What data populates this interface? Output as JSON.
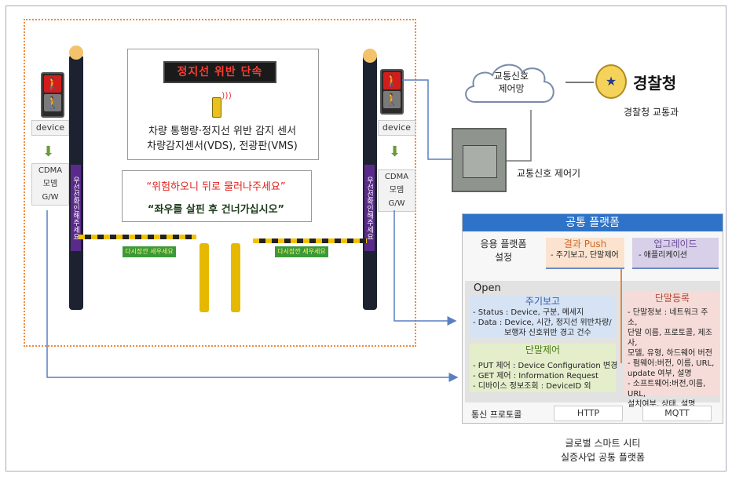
{
  "left_scene": {
    "vms_text": "정지선 위반 단속",
    "sensor_desc_1": "차량 통행량·정지선 위반 감지 센서",
    "sensor_desc_2": "차량감지센서(VDS), 전광판(VMS)",
    "message_1": "“위험하오니 뒤로 물러나주세요”",
    "message_2": "“좌우를 살핀 후 건너가십시오”",
    "device_label": "device",
    "gateway_label_1": "CDMA",
    "gateway_label_2": "모뎀",
    "gateway_label_3": "G/W",
    "pole_text": "우선선확인해주세요",
    "barrier_text": "다시잠깐 세우세요"
  },
  "network": {
    "cloud_line_1": "교통신호",
    "cloud_line_2": "제어망",
    "police_name": "경찰청",
    "police_dept": "경찰청 교통과",
    "controller_label": "교통신호 제어기"
  },
  "platform": {
    "header": "공통 플랫폼",
    "app_setting_1": "응용 플랫폼",
    "app_setting_2": "설정",
    "push": {
      "title": "결과 Push",
      "desc": "- 주기보고, 단말제어"
    },
    "upgrade": {
      "title": "업그레이드",
      "desc": "- 애플리케이션"
    },
    "open_label": "Open",
    "periodic": {
      "title": "주기보고",
      "line1": "- Status : Device, 구분, 메세지",
      "line2": "- Data : Device, 시간, 정지선 위반차량/",
      "line3": "보행자 신호위반 경고 건수"
    },
    "device_control": {
      "title": "단말제어",
      "line1": "- PUT 제어 : Device Configuration 변경",
      "line2": "- GET 제어 : Information Request",
      "line3": "- 디바이스 정보조회 : DeviceID 외"
    },
    "registration": {
      "title": "단말등록",
      "line1": "- 단말정보 : 네트워크 주소,",
      "line2": "단말 이름, 프로토콜, 제조",
      "line3": "사,",
      "line4": "모델, 유형, 하드웨어 버전",
      "line5": "- 펌웨어:버전, 이름, URL,",
      "line6": "update 여부, 설명",
      "line7": "- 소프트웨어:버전,이름, URL,",
      "line8": "설치여부, 상태, 설명"
    },
    "protocol_label": "통신 프로토콜",
    "protocols": [
      "HTTP",
      "MQTT"
    ]
  },
  "caption_1": "글로벌 스마트 시티",
  "caption_2": "실증사업 공통 플랫폼",
  "colors": {
    "dotted_border": "#f08a3c",
    "arrow_blue": "#5a7fc0",
    "platform_header": "#2e73c8",
    "push_box": "#fbe3cf",
    "upgrade_box": "#d8d0e8",
    "periodic_box": "#d6e3f5",
    "control_box": "#e4eecb",
    "registration_box": "#f6dcd8"
  }
}
